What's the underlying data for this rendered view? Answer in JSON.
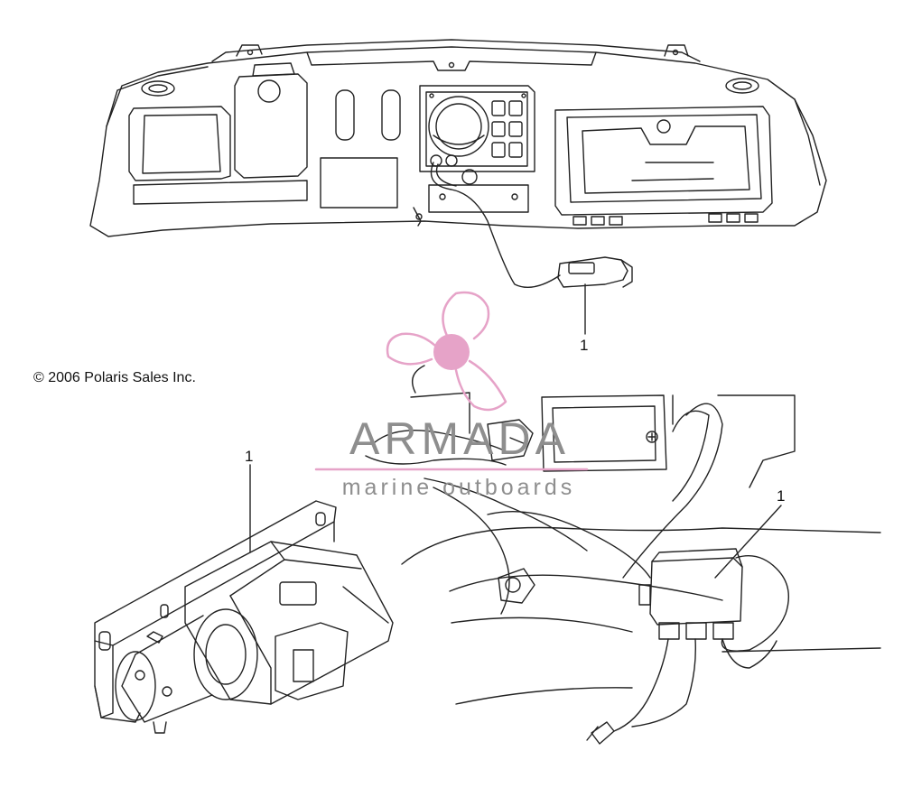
{
  "copyright": "© 2006 Polaris Sales Inc.",
  "callouts": [
    {
      "id": "dash-switch",
      "label": "1"
    },
    {
      "id": "winch-motor",
      "label": "1"
    },
    {
      "id": "relay-module",
      "label": "1"
    }
  ],
  "watermark": {
    "brand": "ARMADA",
    "tagline": "marine outboards",
    "colors": {
      "propeller": "#e6a3c8",
      "text": "#8e8e8e",
      "rule": "#e6a3c8"
    }
  }
}
